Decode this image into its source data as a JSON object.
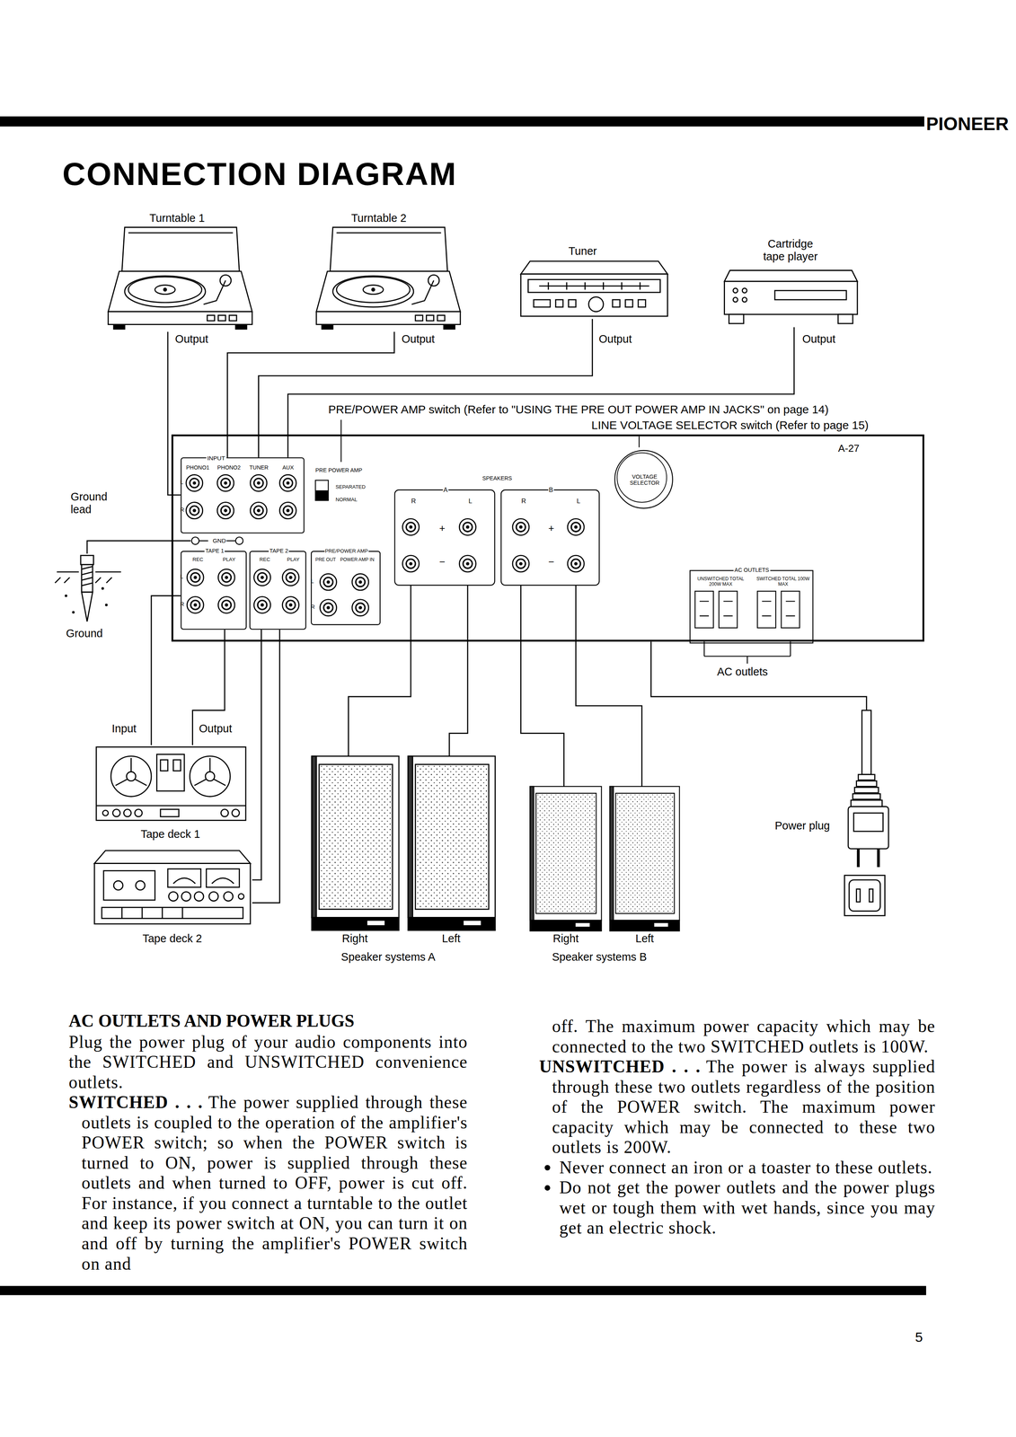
{
  "diagram": {
    "title": "CONNECTION DIAGRAM",
    "nodes": [
      {
        "text": [
          "Turntable 1"
        ]
      },
      {
        "text": [
          "Turntable 2"
        ]
      },
      {
        "text": [
          "Tuner"
        ]
      },
      {
        "text": [
          "Cartridge tape player"
        ]
      },
      {
        "text": [
          "A-27"
        ]
      },
      {
        "text": [
          "INPUT",
          "PHONO1",
          "PHONO2",
          "TUNER",
          "AUX"
        ],
        "in": 4
      },
      {
        "text": [
          "PRE POWER AMP",
          "SEPARATED",
          "NORMAL"
        ],
        "in": 4
      },
      {
        "text": [
          "SPEAKERS"
        ],
        "in": 4
      },
      {
        "text": [
          "A",
          "R",
          "L",
          "+",
          "−"
        ],
        "in": 7
      },
      {
        "text": [
          "B",
          "R",
          "L",
          "+",
          "−"
        ],
        "in": 7
      },
      {
        "text": [
          "VOLTAGE SELECTOR"
        ],
        "in": 4
      },
      {
        "text": [
          "GND"
        ],
        "in": 4
      },
      {
        "text": [
          "TAPE 1",
          "REC",
          "PLAY"
        ],
        "in": 4
      },
      {
        "text": [
          "TAPE 2",
          "REC",
          "PLAY"
        ],
        "in": 4
      },
      {
        "text": [
          "PRE/POWER AMP",
          "PRE OUT",
          "POWER AMP IN"
        ],
        "in": 4
      },
      {
        "text": [
          "AC OUTLETS",
          "UNSWITCHED TOTAL 200W MAX",
          "SWITCHED TOTAL 100W MAX"
        ],
        "in": 4
      },
      {
        "text": [
          "Tape deck 1"
        ]
      },
      {
        "text": [
          "Tape deck 2"
        ]
      },
      {
        "text": [
          "Right"
        ]
      },
      {
        "text": [
          "Left"
        ]
      },
      {
        "text": [
          "Right"
        ]
      },
      {
        "text": [
          "Left"
        ]
      },
      {
        "text": [
          "Power plug"
        ]
      },
      {
        "text": [
          "Ground"
        ]
      }
    ],
    "edges": [
      {
        "from": 0,
        "to": 5,
        "label": "Output",
        "arrow": "none"
      },
      {
        "from": 1,
        "to": 5,
        "label": "Output",
        "arrow": "none"
      },
      {
        "from": 2,
        "to": 5,
        "label": "Output",
        "arrow": "none"
      },
      {
        "from": 3,
        "to": 5,
        "label": "Output",
        "arrow": "none"
      },
      {
        "from": 11,
        "to": 23,
        "label": "Ground lead",
        "arrow": "none"
      },
      {
        "from": 12,
        "to": 16,
        "label": "Input",
        "arrow": "none"
      },
      {
        "from": 16,
        "to": 12,
        "label": "Output",
        "arrow": "none"
      },
      {
        "from": 17,
        "to": 13,
        "arrow": "none"
      },
      {
        "from": 17,
        "to": 13,
        "arrow": "none"
      },
      {
        "from": 8,
        "to": 18,
        "arrow": "none"
      },
      {
        "from": 8,
        "to": 19,
        "arrow": "none"
      },
      {
        "from": 9,
        "to": 20,
        "arrow": "none"
      },
      {
        "from": 9,
        "to": 21,
        "arrow": "none"
      },
      {
        "from": 4,
        "to": 22,
        "arrow": "none"
      }
    ],
    "labels": [
      "PIONEER",
      "PRE/POWER AMP switch (Refer to \"USING THE PRE OUT POWER AMP IN JACKS\" on page 14)",
      "LINE VOLTAGE SELECTOR switch (Refer to page 15)",
      "L",
      "R",
      "L",
      "R",
      "L",
      "R",
      "AC outlets",
      "Speaker systems A",
      "Speaker systems B",
      "AC OUTLETS AND POWER PLUGS",
      "Plug the power plug of your audio components into the SWITCHED and UNSWITCHED convenience outlets.",
      "SWITCHED . . .",
      "The power supplied through these outlets is coupled to the operation of the amplifier's POWER switch; so when the POWER switch is turned to ON, power is supplied through these outlets and when turned to OFF, power is cut off. For instance, if you connect a turntable to the outlet and keep its power switch at ON, you can turn it on and off by turning the amplifier's POWER switch on and",
      "off. The maximum power capacity which may be connected to the two SWITCHED outlets is 100W.",
      "UNSWITCHED . . .",
      "The power is always supplied through these two outlets regardless of the position of the POWER switch. The maximum power capacity which may be connected to these two outlets is 200W.",
      "Never connect an iron or a toaster to these outlets.",
      "Do not get the power outlets and the power plugs wet or tough them with wet hands, since you may get an electric shock.",
      "5"
    ]
  }
}
